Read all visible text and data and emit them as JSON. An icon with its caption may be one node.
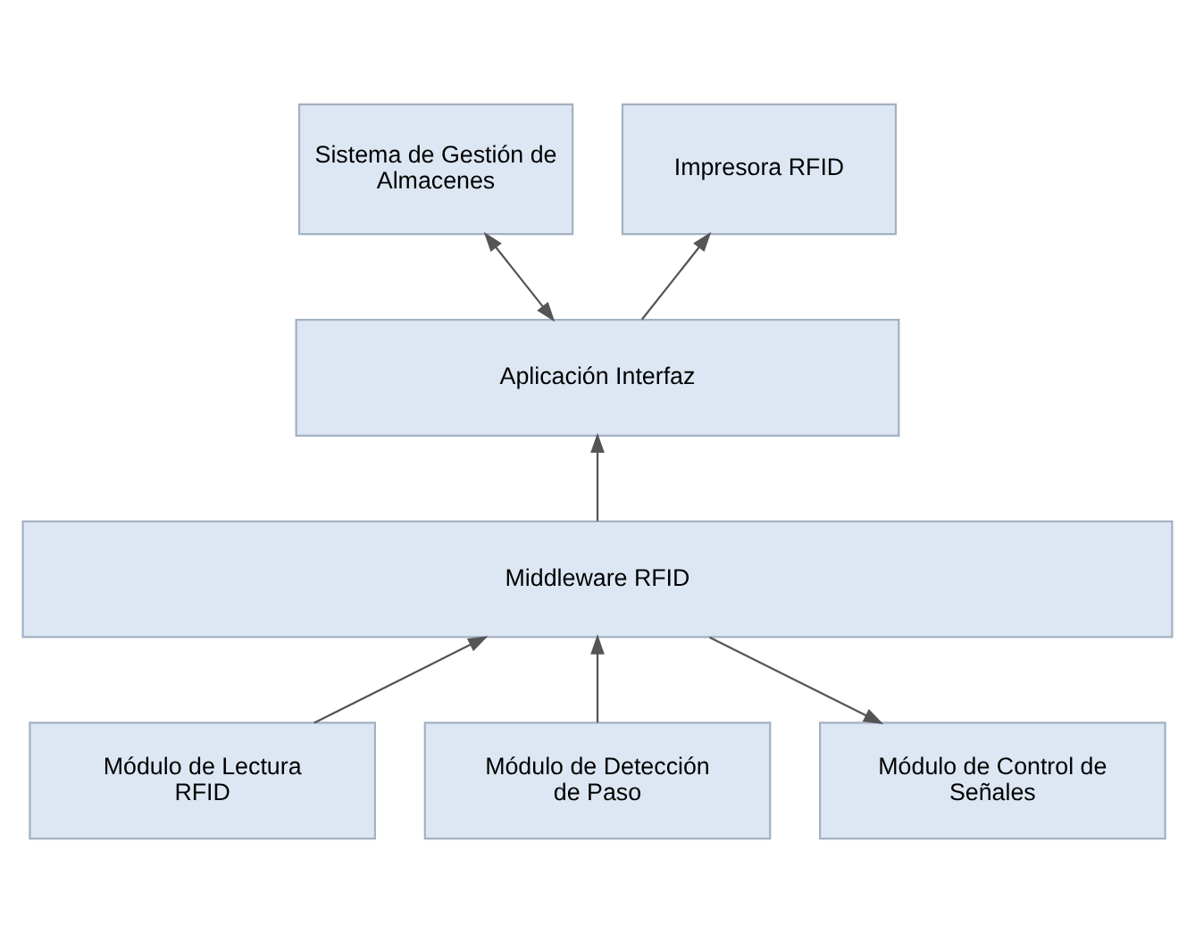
{
  "diagram": {
    "nodes": [
      {
        "text": [
          "Sistema de Gestión de Almacenes"
        ]
      },
      {
        "text": [
          "Impresora RFID"
        ]
      },
      {
        "text": [
          "Aplicación Interfaz"
        ]
      },
      {
        "text": [
          "Middleware RFID"
        ]
      },
      {
        "text": [
          "Módulo de Lectura RFID"
        ]
      },
      {
        "text": [
          "Módulo de Detección de Paso"
        ]
      },
      {
        "text": [
          "Módulo de Control de Señales"
        ]
      }
    ],
    "edges": [
      {
        "from": 0,
        "to": 2,
        "arrow": "both"
      },
      {
        "from": 2,
        "to": 1,
        "arrow": "to"
      },
      {
        "from": 3,
        "to": 2,
        "arrow": "to"
      },
      {
        "from": 4,
        "to": 3,
        "arrow": "to"
      },
      {
        "from": 5,
        "to": 3,
        "arrow": "to"
      },
      {
        "from": 3,
        "to": 6,
        "arrow": "to"
      }
    ]
  }
}
